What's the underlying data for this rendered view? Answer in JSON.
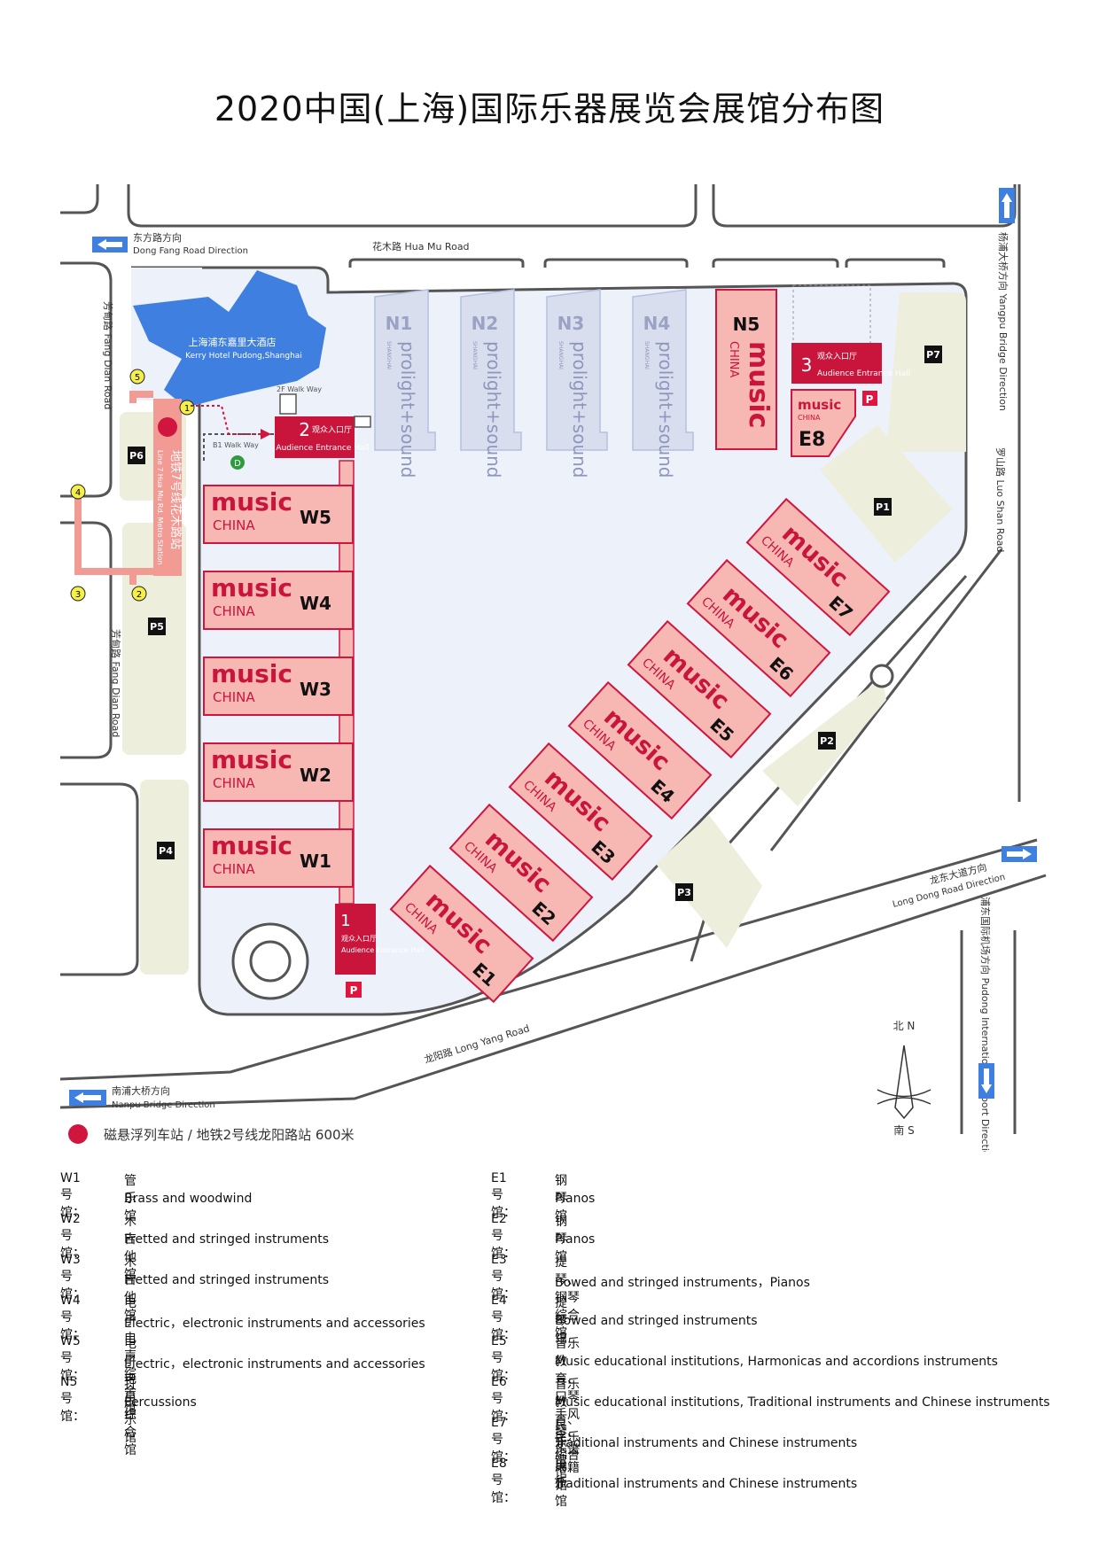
{
  "title": "2020中国(上海)国际乐器展览会展馆分布图",
  "colors": {
    "hall_music": "#f7b8b4",
    "hall_border": "#d0163e",
    "hall_prolight": "#d9deef",
    "hotel": "#3f7fe0",
    "road": "#555555",
    "grass": "#eeeedd",
    "ground": "#edf1fa",
    "metro": "#f29b94",
    "parking_red": "#e0163e"
  },
  "roads": {
    "huamu": "花木路 Hua Mu Road",
    "dongfang_cn": "东方路方向",
    "dongfang_en": "Dong Fang Road Direction",
    "fangdian_top": "芳甸路 Fang Dian Road",
    "fangdian_bottom": "芳甸路 Fang Dian Road",
    "yangpu": "杨浦大桥方向 Yangpu Bridge Direction",
    "luoshan": "罗山路 Luo Shan Road",
    "longdong_cn": "龙东大道方向",
    "longdong_en": "Long Dong Road Direction",
    "pudong_airport": "浦东国际机场方向 Pudong International Airport Direction",
    "longyang": "龙阳路 Long Yang Road",
    "nanpu_cn": "南浦大桥方向",
    "nanpu_en": "Nanpu Bridge Direction"
  },
  "hotel": {
    "cn": "上海浦东嘉里大酒店",
    "en": "Kerry Hotel Pudong,Shanghai"
  },
  "walkways": {
    "b1": "B1 Walk Way",
    "f2": "2F Walk Way"
  },
  "metro": {
    "station_cn": "地铁7号线花木路站",
    "station_en": "Line 7 Hua Mu Rd. Metro Station",
    "exits": [
      "1",
      "2",
      "3",
      "4",
      "5"
    ],
    "exit_d": "D",
    "bottom_note": "磁悬浮列车站 / 地铁2号线龙阳路站 600米"
  },
  "entrances": [
    {
      "num": "1",
      "cn": "观众入口厅",
      "en": "Audience Entrance Hall"
    },
    {
      "num": "2",
      "cn": "观众入口厅",
      "en": "Audience Entrance Hall"
    },
    {
      "num": "3",
      "cn": "观众入口厅",
      "en": "Audience Entrance Hall"
    }
  ],
  "parking": [
    "P1",
    "P2",
    "P3",
    "P4",
    "P5",
    "P6",
    "P7"
  ],
  "parking_red_label": "P",
  "halls": {
    "north": [
      {
        "id": "N1",
        "brand": "prolight+sound",
        "sub": "SHANGHAI"
      },
      {
        "id": "N2",
        "brand": "prolight+sound",
        "sub": "SHANGHAI"
      },
      {
        "id": "N3",
        "brand": "prolight+sound",
        "sub": "SHANGHAI"
      },
      {
        "id": "N4",
        "brand": "prolight+sound",
        "sub": "SHANGHAI"
      }
    ],
    "n5": {
      "id": "N5",
      "brand": "music",
      "sub": "CHINA"
    },
    "e8": {
      "id": "E8",
      "brand": "music",
      "sub": "CHINA"
    },
    "west": [
      {
        "id": "W5",
        "brand": "music",
        "sub": "CHINA"
      },
      {
        "id": "W4",
        "brand": "music",
        "sub": "CHINA"
      },
      {
        "id": "W3",
        "brand": "music",
        "sub": "CHINA"
      },
      {
        "id": "W2",
        "brand": "music",
        "sub": "CHINA"
      },
      {
        "id": "W1",
        "brand": "music",
        "sub": "CHINA"
      }
    ],
    "east": [
      {
        "id": "E1",
        "brand": "music",
        "sub": "CHINA"
      },
      {
        "id": "E2",
        "brand": "music",
        "sub": "CHINA"
      },
      {
        "id": "E3",
        "brand": "music",
        "sub": "CHINA"
      },
      {
        "id": "E4",
        "brand": "music",
        "sub": "CHINA"
      },
      {
        "id": "E5",
        "brand": "music",
        "sub": "CHINA"
      },
      {
        "id": "E6",
        "brand": "music",
        "sub": "CHINA"
      },
      {
        "id": "E7",
        "brand": "music",
        "sub": "CHINA"
      }
    ]
  },
  "compass": {
    "north": "北 N",
    "south": "南 S"
  },
  "legend_left": [
    {
      "code": "W1号馆：",
      "cn": "管乐馆",
      "en": "Brass and  woodwind"
    },
    {
      "code": "W2号馆：",
      "cn": "木吉他馆",
      "en": "Fretted and stringed instruments"
    },
    {
      "code": "W3号馆：",
      "cn": "木吉他馆",
      "en": "Fretted and stringed instruments"
    },
    {
      "code": "W4号馆：",
      "cn": "电子电声综合馆",
      "en": "Electric，electronic instruments and accessories"
    },
    {
      "code": "W5号馆：",
      "cn": "电子电声综合馆",
      "en": "Electric，electronic instruments and accessories"
    },
    {
      "code": "N5号馆：",
      "cn": "打击乐馆",
      "en": "Percussions"
    }
  ],
  "legend_right": [
    {
      "code": "E1号馆：",
      "cn": "钢琴馆",
      "en": "Pianos"
    },
    {
      "code": "E2号馆：",
      "cn": "钢琴馆",
      "en": "Pianos"
    },
    {
      "code": "E3号馆：",
      "cn": "提琴、钢琴综合馆",
      "en": "Bowed and stringed instruments，Pianos"
    },
    {
      "code": "E4号馆：",
      "cn": "提琴馆",
      "en": "Bowed and stringed instruments"
    },
    {
      "code": "E5号馆：",
      "cn": "音乐教育、口琴手风琴、乐谱书籍馆",
      "en": "Music educational institutions, Harmonicas and accordions instruments"
    },
    {
      "code": "E6号馆：",
      "cn": "音乐教育、民乐综合馆",
      "en": "Music educational institutions, Traditional instruments and Chinese instruments"
    },
    {
      "code": "E7号馆：",
      "cn": "民乐馆",
      "en": "Traditional instruments and Chinese instruments"
    },
    {
      "code": "E8号馆：",
      "cn": "民乐馆",
      "en": "Traditional instruments and Chinese instruments"
    }
  ]
}
